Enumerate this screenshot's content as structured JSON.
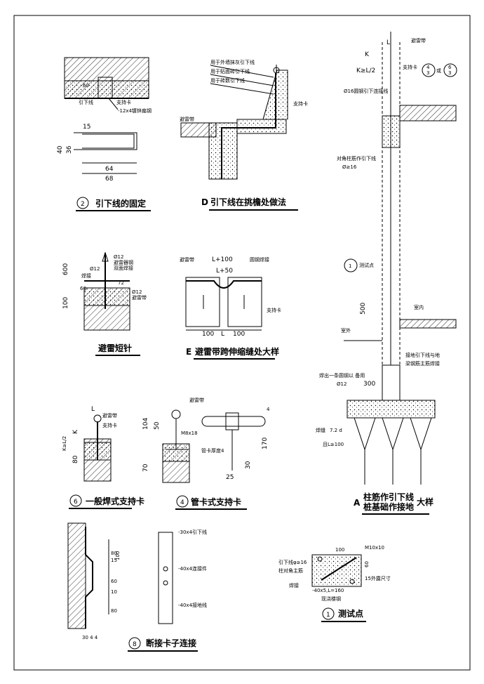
{
  "titles": {
    "fig2": "引下线的固定",
    "figD_letter": "D",
    "figD": "引下线在挑檐处做法",
    "short_rod": "避雷短针",
    "figE_letter": "E",
    "figE": "避雷带跨伸缩缝处大样",
    "figA_letter": "A",
    "figA_line1": "柱筋作引下线",
    "figA_line2": "桩基础作接地",
    "figA_suffix": "大样",
    "fig6": "一般焊式支持卡",
    "fig4": "管卡式支持卡",
    "fig8": "断接卡子连接",
    "fig1": "测试点"
  },
  "circle_nums": {
    "n2": "2",
    "n6": "6",
    "n4": "4",
    "n8": "8",
    "n1": "1",
    "ref_top": "4",
    "ref_bot": "3",
    "ref2_top": "6",
    "ref2_bot": "3",
    "ref_or": "或"
  },
  "labels": {
    "yxx": "引下线",
    "zck": "支持卡",
    "flat_steel": "-12x4镀锌扁钢",
    "d_l1": "用于外墙抹灰引下线",
    "d_l2": "用于贴面砖引下线",
    "d_l3": "用于砖数引下线",
    "bld": "避雷带",
    "sr_phi12": "Ø12",
    "sr_phi12b": "Ø12",
    "sr_phi12c": "Ø12",
    "sr_jointed": "避雷器钢",
    "sr_hanjie": "焊接",
    "sr_double": "双面焊接",
    "sr_bld": "避雷带",
    "e_yuan": "圆钢焊接",
    "e_zck": "支持卡",
    "a_bld": "避雷带",
    "a_zck": "支持卡",
    "a_phi16": "Ø16圆钢引下连接线",
    "a_dz1": "对角柱筋作引下线",
    "a_dz2": "Ø≥16",
    "a_test": "测试点",
    "a_in": "室内",
    "a_out": "室外",
    "a_ground1": "接地引下线与地",
    "a_ground2": "梁钢筋主筋焊接",
    "a_solder": "焊出一条圆钢以 备用",
    "a_phi12": "Ø12",
    "a_weld": "焊缝",
    "a_weld_val": "7.2 d",
    "a_len": "且L≥100",
    "c6_bld": "避雷带",
    "c6_zck": "支持卡",
    "c4_bld": "避雷带",
    "c4_m": "M8x18",
    "c4_pipe": "管卡厚度4",
    "c8_1": "-30x4引下线",
    "c8_2": "-40x4连接件",
    "c8_3": "-40x4接地线",
    "t1_a": "引下线φ≥16",
    "t1_b": "柱对角主筋",
    "t1_c": "焊接",
    "t1_d": "-40x5,L=160",
    "t1_e": "现浇楼钢",
    "t1_f": "M10x10",
    "t1_g": "15外露尺寸"
  },
  "dims": {
    "f2_60": "60",
    "f2_15": "15",
    "f2_40": "40",
    "f2_36": "36",
    "f2_64": "64",
    "f2_68": "68",
    "sr_600": "600",
    "sr_100": "100",
    "sr_60": "60",
    "sr_72": "72",
    "e_l100": "L+100",
    "e_l50": "L+50",
    "e_100a": "100",
    "e_L": "L",
    "e_100b": "100",
    "a_L": "L",
    "a_KL": "K≥L/2",
    "a_K": "K",
    "a_500": "500",
    "a_300": "300",
    "c6_L": "L",
    "c6_K": "K",
    "c6_KL": "K≥L/2",
    "c6_80": "80",
    "c4_104": "104",
    "c4_50": "50",
    "c4_70": "70",
    "c4_170": "170",
    "c4_30": "30",
    "c4_25": "25",
    "c4_4": "4",
    "c8_d": "30 4 4",
    "c8_80a": "80",
    "c8_15": "15",
    "c8_100": "100",
    "c8_60": "60",
    "c8_10": "10",
    "c8_80b": "80",
    "t1_100": "100",
    "t1_60": "60"
  }
}
